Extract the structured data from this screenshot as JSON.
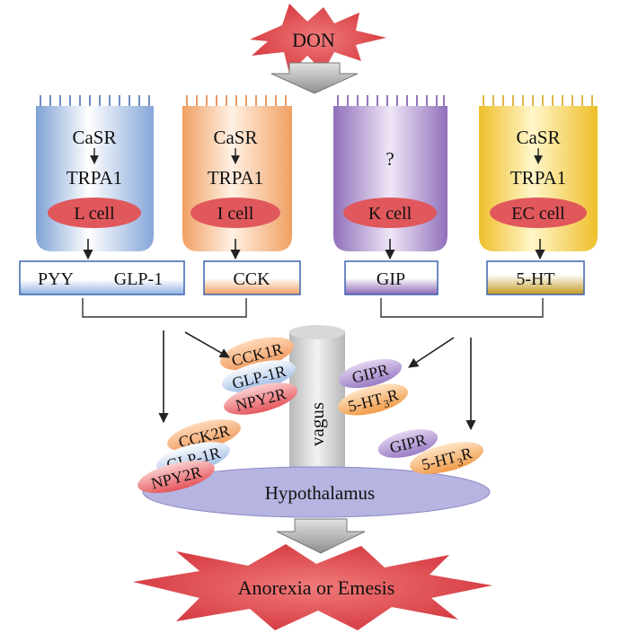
{
  "stimulus": {
    "label": "DON"
  },
  "cells": [
    {
      "receptor": "CaSR",
      "channel": "TRPA1",
      "cell_label": "L cell",
      "hormone_labels": [
        "PYY",
        "GLP-1"
      ]
    },
    {
      "receptor": "CaSR",
      "channel": "TRPA1",
      "cell_label": "I cell",
      "hormone_labels": [
        "CCK"
      ]
    },
    {
      "receptor": "?",
      "channel": "",
      "cell_label": "K cell",
      "hormone_labels": [
        "GIP"
      ]
    },
    {
      "receptor": "CaSR",
      "channel": "TRPA1",
      "cell_label": "EC cell",
      "hormone_labels": [
        "5-HT"
      ]
    }
  ],
  "vagus": {
    "label": "vagus",
    "left_receptors": [
      "CCK1R",
      "GLP-1R",
      "NPY2R"
    ],
    "right_receptors": [
      "GIPR",
      "5-HT",
      "3",
      "R"
    ]
  },
  "hypothalamus": {
    "label": "Hypothalamus",
    "left_receptors": [
      "CCK2R",
      "GLP-1R",
      "NPY2R"
    ],
    "right_receptors": [
      "GIPR",
      "5-HT",
      "3",
      "R"
    ]
  },
  "outcome": {
    "label": "Anorexia or Emesis"
  }
}
